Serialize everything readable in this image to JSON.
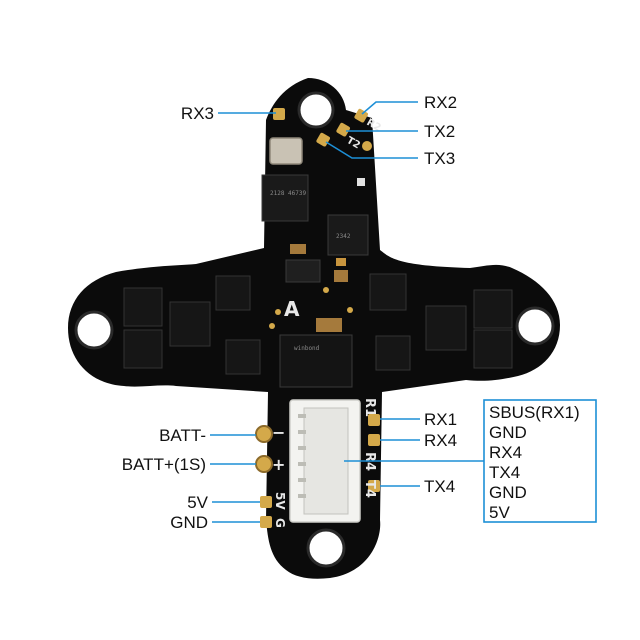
{
  "colors": {
    "board": "#0b0b0b",
    "chip": "#1a1a1a",
    "pad": "#d4a94a",
    "silk": "#e8e8e8",
    "leader": "#1d8fd6",
    "text": "#111111",
    "background": "#ffffff"
  },
  "labels": {
    "rx3": "RX3",
    "rx2": "RX2",
    "tx2": "TX2",
    "tx3": "TX3",
    "rx1": "RX1",
    "rx4": "RX4",
    "tx4": "TX4",
    "batt_minus": "BATT-",
    "batt_plus": "BATT+(1S)",
    "v5": "5V",
    "gnd": "GND"
  },
  "connector_box": {
    "lines": [
      "SBUS(RX1)",
      "GND",
      "RX4",
      "TX4",
      "GND",
      "5V"
    ]
  },
  "silkscreen": {
    "logo": "A",
    "r1": "R1",
    "r4": "R4",
    "t4": "T4",
    "minus": "−",
    "plus": "+",
    "v5": "5V",
    "g": "G",
    "r2": "R2",
    "t2": "T2"
  },
  "chip_markings": {
    "mcu_top": "2128 46739",
    "mcu_right": "2342",
    "winbond": "winbond"
  }
}
